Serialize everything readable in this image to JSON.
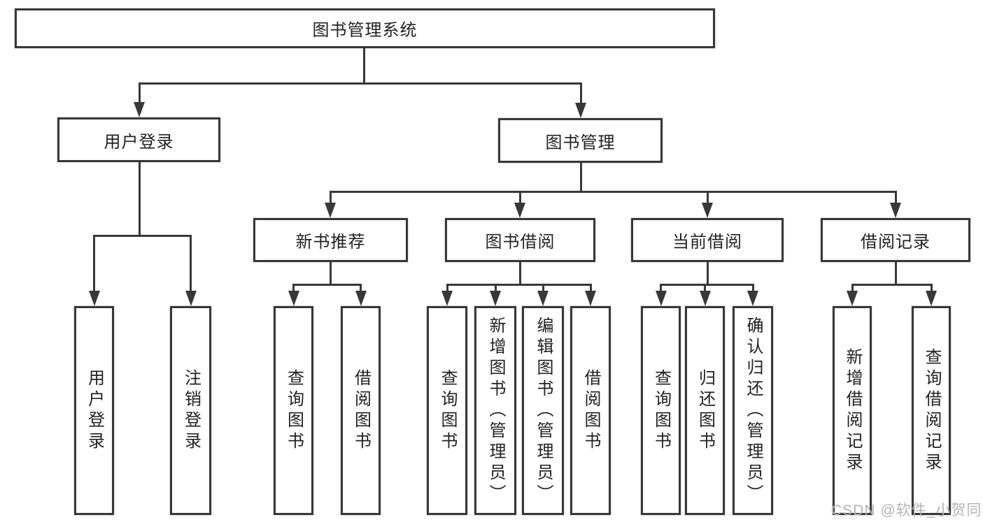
{
  "tree": {
    "root": {
      "label": "图书管理系统",
      "children": [
        {
          "label": "用户登录",
          "children": [
            {
              "label": "用户登录"
            },
            {
              "label": "注销登录"
            }
          ]
        },
        {
          "label": "图书管理",
          "children": [
            {
              "label": "新书推荐",
              "children": [
                {
                  "label": "查询图书"
                },
                {
                  "label": "借阅图书"
                }
              ]
            },
            {
              "label": "图书借阅",
              "children": [
                {
                  "label": "查询图书"
                },
                {
                  "label": "新增图书（管理员）"
                },
                {
                  "label": "编辑图书（管理员）"
                },
                {
                  "label": "借阅图书"
                }
              ]
            },
            {
              "label": "当前借阅",
              "children": [
                {
                  "label": "查询图书"
                },
                {
                  "label": "归还图书"
                },
                {
                  "label": "确认归还（管理员）"
                }
              ]
            },
            {
              "label": "借阅记录",
              "children": [
                {
                  "label": "新增借阅记录"
                },
                {
                  "label": "查询借阅记录"
                }
              ]
            }
          ]
        }
      ]
    }
  },
  "watermark": {
    "text": "CSDN @软件_小贺同学"
  },
  "colors": {
    "line": "#38383a",
    "text": "#222222",
    "background": "#ffffff",
    "watermark": "#b4b4b6"
  }
}
